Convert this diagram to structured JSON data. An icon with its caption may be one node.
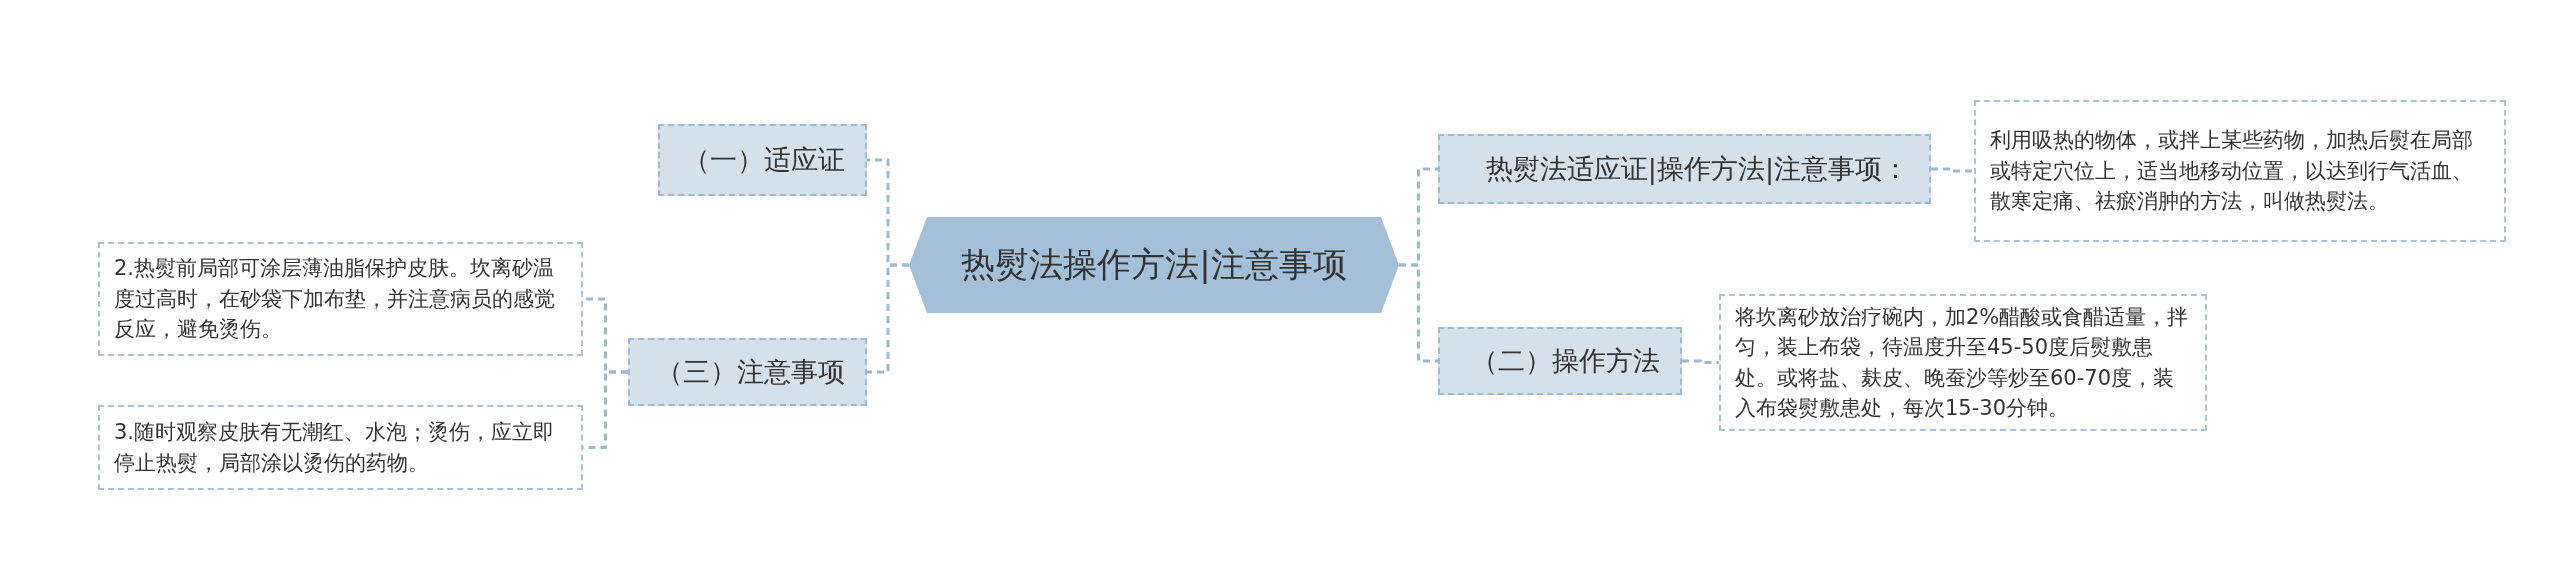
{
  "diagram": {
    "nodes": [
      {
        "text": [
          "热熨法操作方法|注意事项"
        ]
      },
      {
        "text": [
          "（一）适应证"
        ]
      },
      {
        "text": [
          "（三）注意事项"
        ]
      },
      {
        "text": [
          "2.热熨前局部可涂层薄油脂保护皮肤。坎离砂温度过高时，在砂袋下加布垫，并注意病员的感觉反应，避免烫伤。"
        ]
      },
      {
        "text": [
          "3.随时观察皮肤有无潮红、水泡；烫伤，应立即停止热熨，局部涂以烫伤的药物。"
        ]
      },
      {
        "text": [
          "热熨法适应证|操作方法|注意事项："
        ]
      },
      {
        "text": [
          "利用吸热的物体，或拌上某些药物，加热后熨在局部或特定穴位上，适当地移动位置，以达到行气活血、散寒定痛、祛瘀消肿的方法，叫做热熨法。"
        ]
      },
      {
        "text": [
          "（二）操作方法"
        ]
      },
      {
        "text": [
          "将坎离砂放治疗碗内，加2%醋酸或食醋适量，拌匀，装上布袋，待温度升至45-50度后熨敷患处。或将盐、麸皮、晚蚕沙等炒至60-70度，装入布袋熨敷患处，每次15-30分钟。"
        ]
      }
    ],
    "edges": [
      {
        "from": 0,
        "to": 1,
        "arrow": "none"
      },
      {
        "from": 0,
        "to": 2,
        "arrow": "none"
      },
      {
        "from": 2,
        "to": 3,
        "arrow": "none"
      },
      {
        "from": 2,
        "to": 4,
        "arrow": "none"
      },
      {
        "from": 0,
        "to": 5,
        "arrow": "none"
      },
      {
        "from": 5,
        "to": 6,
        "arrow": "none"
      },
      {
        "from": 0,
        "to": 7,
        "arrow": "none"
      },
      {
        "from": 7,
        "to": 8,
        "arrow": "none"
      }
    ]
  }
}
